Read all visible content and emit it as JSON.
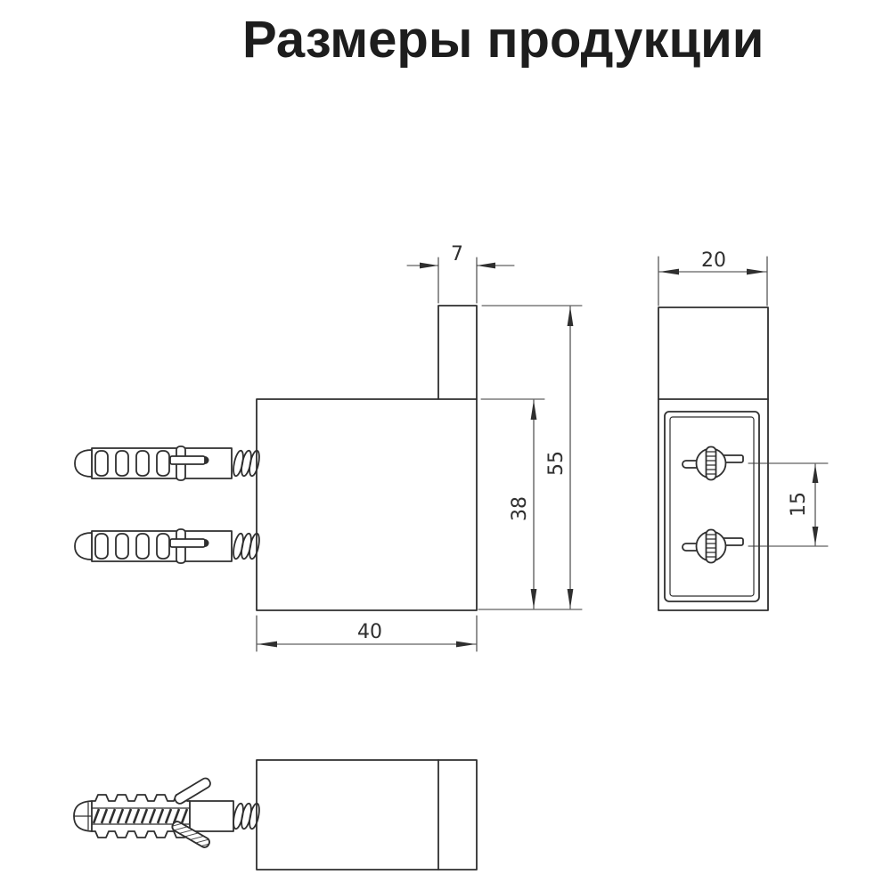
{
  "title": "Размеры продукции",
  "colors": {
    "line": "#2f2f2f",
    "dimension": "#3a3a3a",
    "text": "#1d1d1d",
    "background": "#ffffff"
  },
  "views": {
    "front": {
      "dims": {
        "tab_width": "7",
        "total_height": "55",
        "body_height": "38",
        "body_width": "40"
      }
    },
    "side": {
      "dims": {
        "depth": "20",
        "screw_spacing": "15"
      }
    }
  }
}
